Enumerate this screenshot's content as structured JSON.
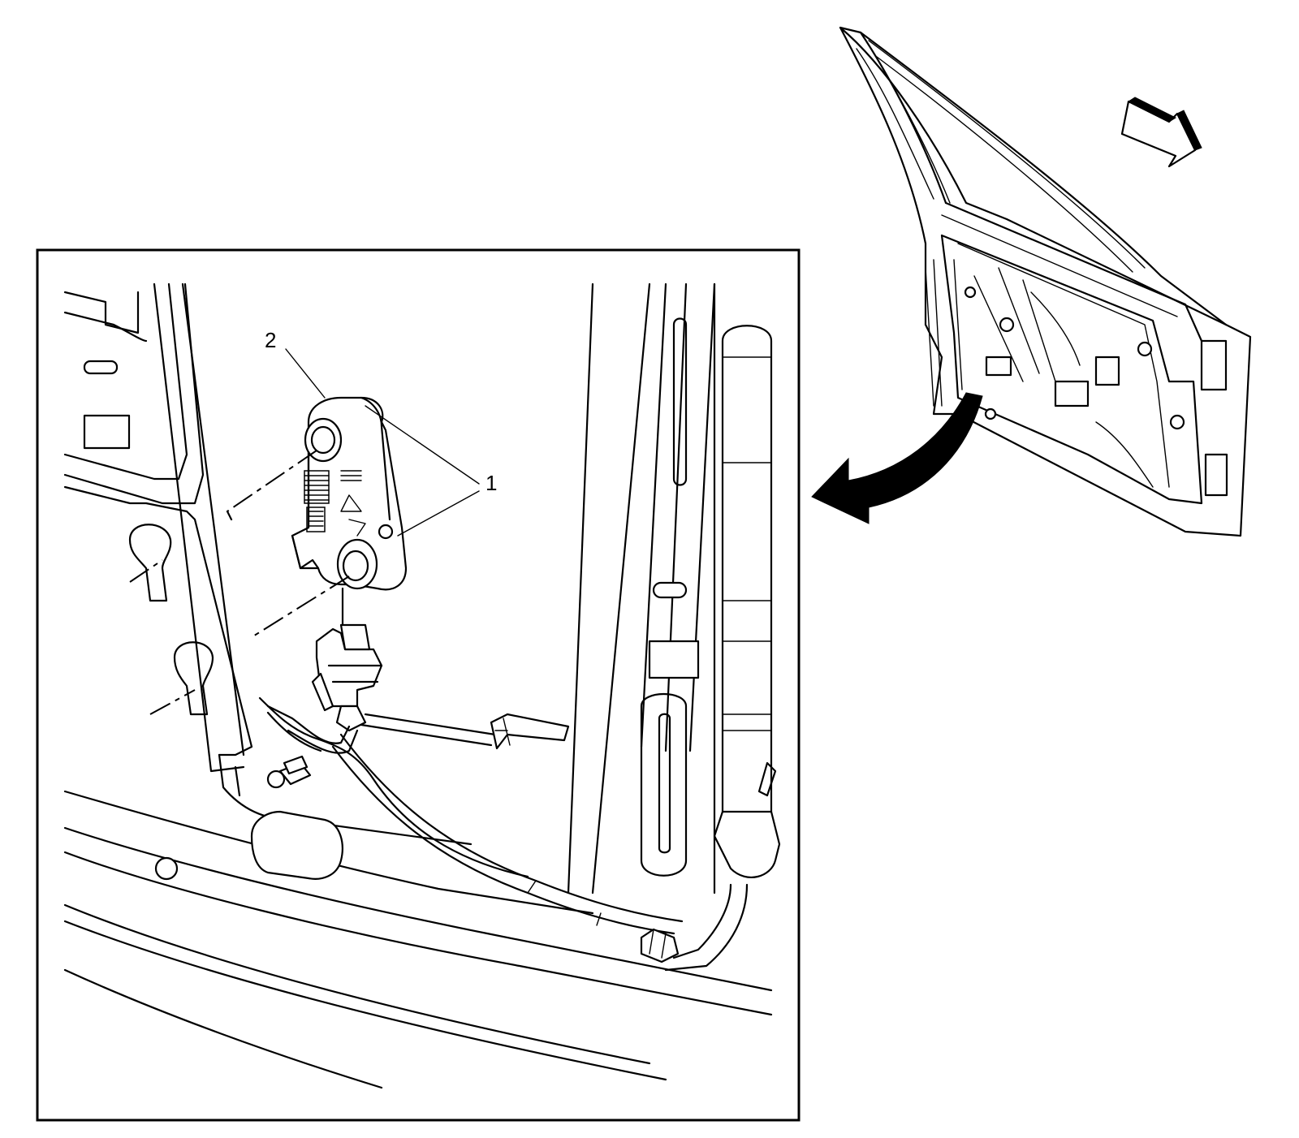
{
  "diagram": {
    "background": "#ffffff",
    "line_color": "#000000",
    "callouts": [
      {
        "id": "callout-1",
        "label": "1"
      },
      {
        "id": "callout-2",
        "label": "2"
      }
    ],
    "icons": [
      "front-door-icon",
      "vehicle-direction-arrow-icon",
      "detail-view-arrow-icon",
      "impact-sensor-icon",
      "sensor-bolt-icon",
      "wiring-connector-icon"
    ]
  }
}
